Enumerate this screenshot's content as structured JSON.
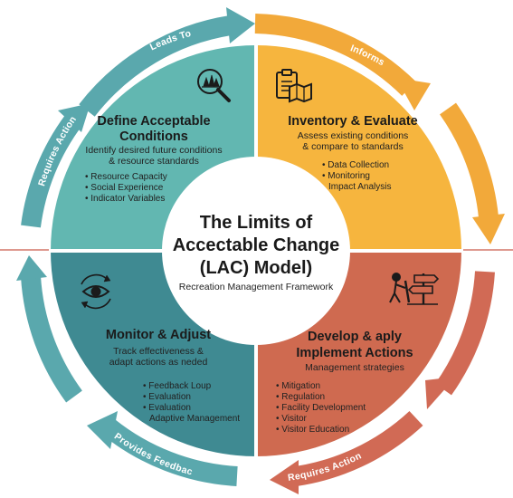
{
  "colors": {
    "teal": "#62b7b1",
    "orange": "#f6b53e",
    "darkteal": "#3f8a92",
    "red": "#cf6a50",
    "arrow_teal": "#5aa8ad",
    "arrow_orange": "#f2a93a",
    "arrow_red": "#d16a55"
  },
  "center": {
    "title_lines": [
      "The Limits of",
      "Accectable Change",
      "(LAC) Model)"
    ],
    "subtitle": "Recreation Management Framework"
  },
  "quadrants": {
    "define": {
      "icon": "forest-magnifier-icon",
      "title_lines": [
        "Define Acceptable",
        "Conditions"
      ],
      "desc_lines": [
        "Identify desired future conditions",
        "& resource standards"
      ],
      "bullets": [
        "Resource Capacity",
        "Social Experience",
        "Indicator Variables"
      ]
    },
    "inventory": {
      "icon": "clipboard-map-icon",
      "title_lines": [
        "Inventory & Evaluate"
      ],
      "desc_lines": [
        "Assess existing conditions",
        "& compare to standards"
      ],
      "bullets": [
        "Data Collection",
        "Monitoring",
        "Impact Analysis"
      ]
    },
    "monitor": {
      "icon": "eye-cycle-icon",
      "title_lines": [
        "Monitor & Adjust"
      ],
      "desc_lines": [
        "Track effectiveness &",
        "adapt actions as neded"
      ],
      "bullets": [
        "Feedback Loup",
        "Evaluation",
        "Evaluation",
        "Adaptive Management"
      ]
    },
    "develop": {
      "icon": "worker-signpost-icon",
      "title_lines": [
        "Develop & aply",
        "Implement Actions"
      ],
      "desc_lines": [
        "Management strategies"
      ],
      "bullets": [
        "Mitigation",
        "Regulation",
        "Facility Development",
        "Visitor",
        "Visitor Education"
      ]
    }
  },
  "arrows": {
    "leads_to": "Leads To",
    "informs": "Informs",
    "requires_action_right": "Requires Action",
    "provides_feedback": "Provides Feedback",
    "requires_action_left": "Requires Action"
  }
}
